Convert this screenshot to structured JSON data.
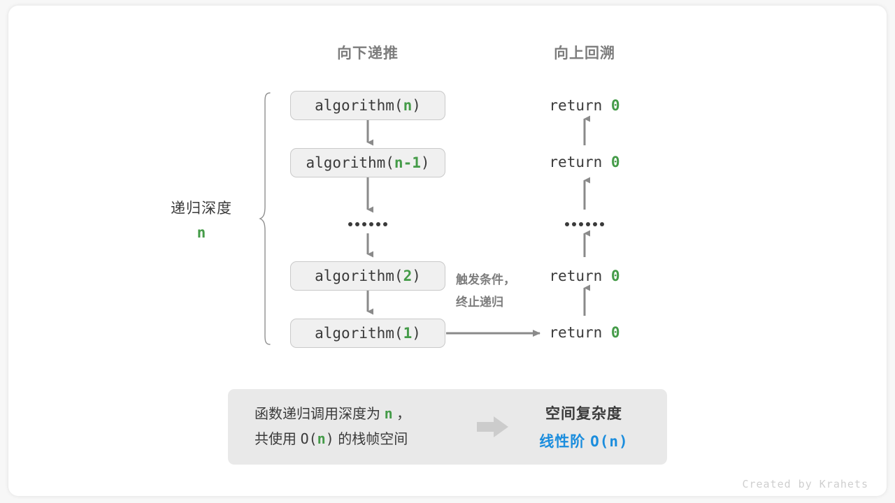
{
  "theme": {
    "background": "#f7f7f7",
    "card": "#ffffff",
    "accent_green": "#449b48",
    "accent_blue": "#1b8ddd",
    "text": "#3a3a3a",
    "muted": "#7d7d7d",
    "box_fill": "#f0f0f0",
    "box_border": "#c9c9c9",
    "panel_fill": "#e9e9e9",
    "arrow": "#8a8a8a"
  },
  "headers": {
    "left": "向下递推",
    "right": "向上回溯"
  },
  "depth": {
    "label": "递归深度",
    "value": "n"
  },
  "calls": [
    {
      "name": "algorithm(",
      "arg": "n",
      "close": ")"
    },
    {
      "name": "algorithm(",
      "arg": "n-1",
      "close": ")"
    },
    {
      "name": "algorithm(",
      "arg": "2",
      "close": ")"
    },
    {
      "name": "algorithm(",
      "arg": "1",
      "close": ")"
    }
  ],
  "returns": [
    {
      "keyword": "return ",
      "value": "0"
    },
    {
      "keyword": "return ",
      "value": "0"
    },
    {
      "keyword": "return ",
      "value": "0"
    },
    {
      "keyword": "return ",
      "value": "0"
    }
  ],
  "ellipsis": {
    "count": 6
  },
  "trigger": {
    "line1": "触发条件，",
    "line2": "终止递归"
  },
  "summary": {
    "left_line1_a": "函数递归调用深度为 ",
    "left_line1_n": "n",
    "left_line1_b": " ，",
    "left_line2_a": "共使用 ",
    "left_line2_o": "O(",
    "left_line2_n": "n",
    "left_line2_c": ")",
    "left_line2_b": " 的栈帧空间",
    "arrow_icon": "right-arrow-icon",
    "right_title": "空间复杂度",
    "right_value_text": "线性阶 ",
    "right_value_mono": "O(n)"
  },
  "watermark": "Created by Krahets"
}
